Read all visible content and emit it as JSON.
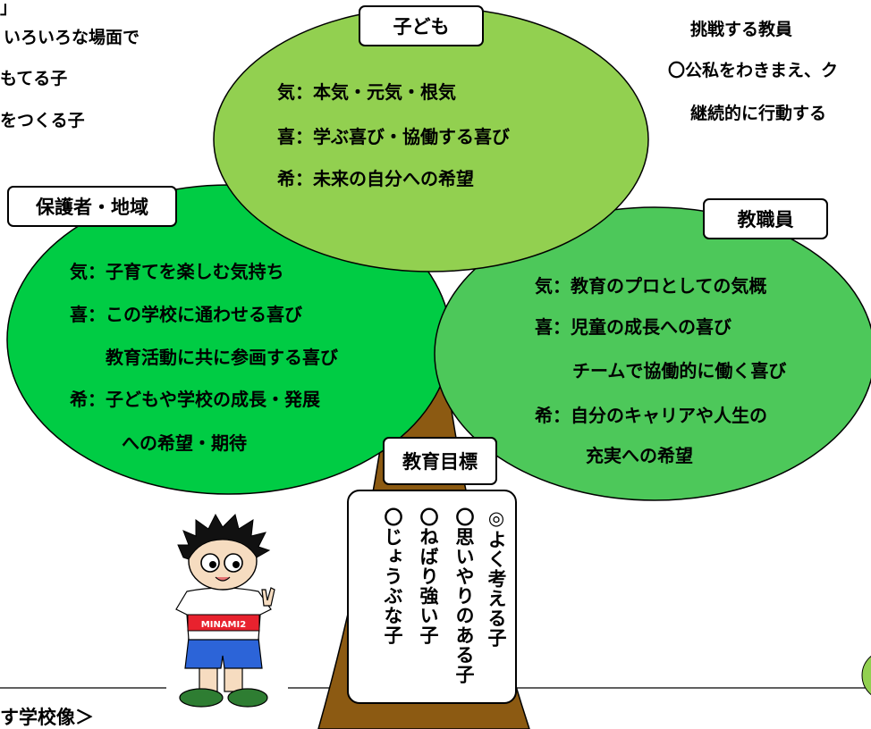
{
  "top_left": {
    "lines": [
      "」",
      "いろいろな場面で",
      "もてる子",
      "をつくる子"
    ]
  },
  "top_right": {
    "lines": [
      "挑戦する教員",
      "〇公私をわきまえ、ク",
      "継続的に行動する"
    ]
  },
  "bottom_left": {
    "text": "す学校像＞"
  },
  "child_circle": {
    "label": "子ども",
    "lines": [
      "気：本気・元気・根気",
      "喜：学ぶ喜び・協働する喜び",
      "希：未来の自分への希望"
    ]
  },
  "parents_circle": {
    "label": "保護者・地域",
    "lines": [
      "気：子育てを楽しむ気持ち",
      "喜：この学校に通わせる喜び",
      "教育活動に共に参画する喜び",
      "希：子どもや学校の成長・発展",
      "への希望・期待"
    ]
  },
  "staff_circle": {
    "label": "教職員",
    "lines": [
      "気：教育のプロとしての気概",
      "喜：児童の成長への喜び",
      "チームで協働的に働く喜び",
      "希：自分のキャリアや人生の",
      "充実への希望"
    ]
  },
  "goals": {
    "label": "教育目標",
    "items": [
      "◎よく考える子",
      "〇思いやりのある子",
      "〇ねばり強い子",
      "〇じょうぶな子"
    ]
  },
  "mascot": {
    "shirt_text": "MINAMI2"
  },
  "colors": {
    "child_circle": "#92d050",
    "parents_circle": "#00cc44",
    "staff_circle": "#4dc85a",
    "trunk": "#8c5a12",
    "mascot_band": "#e8222e",
    "mascot_shorts": "#2c64d8"
  }
}
